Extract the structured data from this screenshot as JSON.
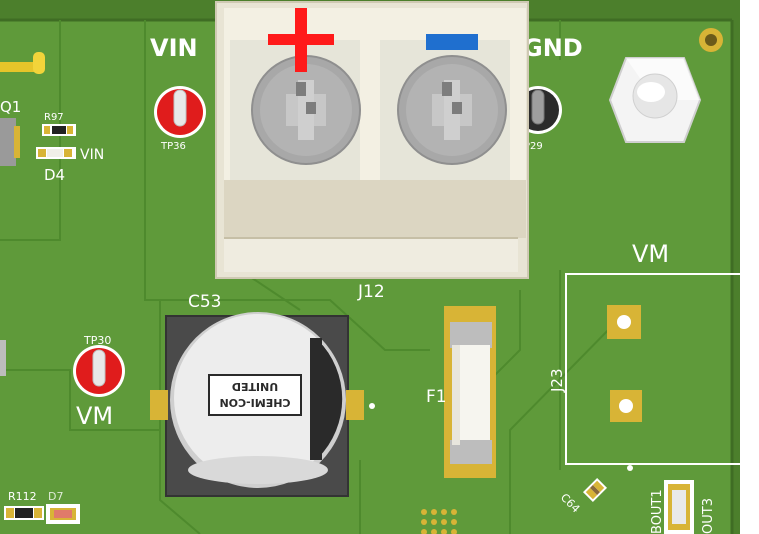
{
  "colors": {
    "pcb": "#5f9a3a",
    "pcb_dark": "#4f8530",
    "trace": "#5a9236",
    "silkscreen": "#ffffff",
    "pad_gold": "#d8b436",
    "testpoint_red": "#e01c1c",
    "connector_body": "#efece0",
    "screw_gray": "#a8a8a8",
    "plus_mark": "#ff1a1a",
    "minus_mark": "#1f6fcf",
    "capacitor_can": "#ececec"
  },
  "labels": {
    "vin": "VIN",
    "gnd": "GND",
    "q1": "Q1",
    "r97": "R97",
    "vin_small": "VIN",
    "d4": "D4",
    "tp36": "TP36",
    "tp29": "P29",
    "j12": "J12",
    "vm_header": "VM",
    "c53": "C53",
    "tp30": "TP30",
    "vm_tp": "VM",
    "f1": "F1",
    "j23": "J23",
    "c64": "C64",
    "r112": "R112",
    "d7": "D7",
    "bout1": "BOUT1",
    "out3": "OUT3"
  },
  "capacitor": {
    "line1": "CHEMI-CON",
    "line2": "UNITED"
  },
  "icons": {
    "mounting_nut": "hex-nut-icon",
    "screw": "screw-terminal-icon"
  }
}
